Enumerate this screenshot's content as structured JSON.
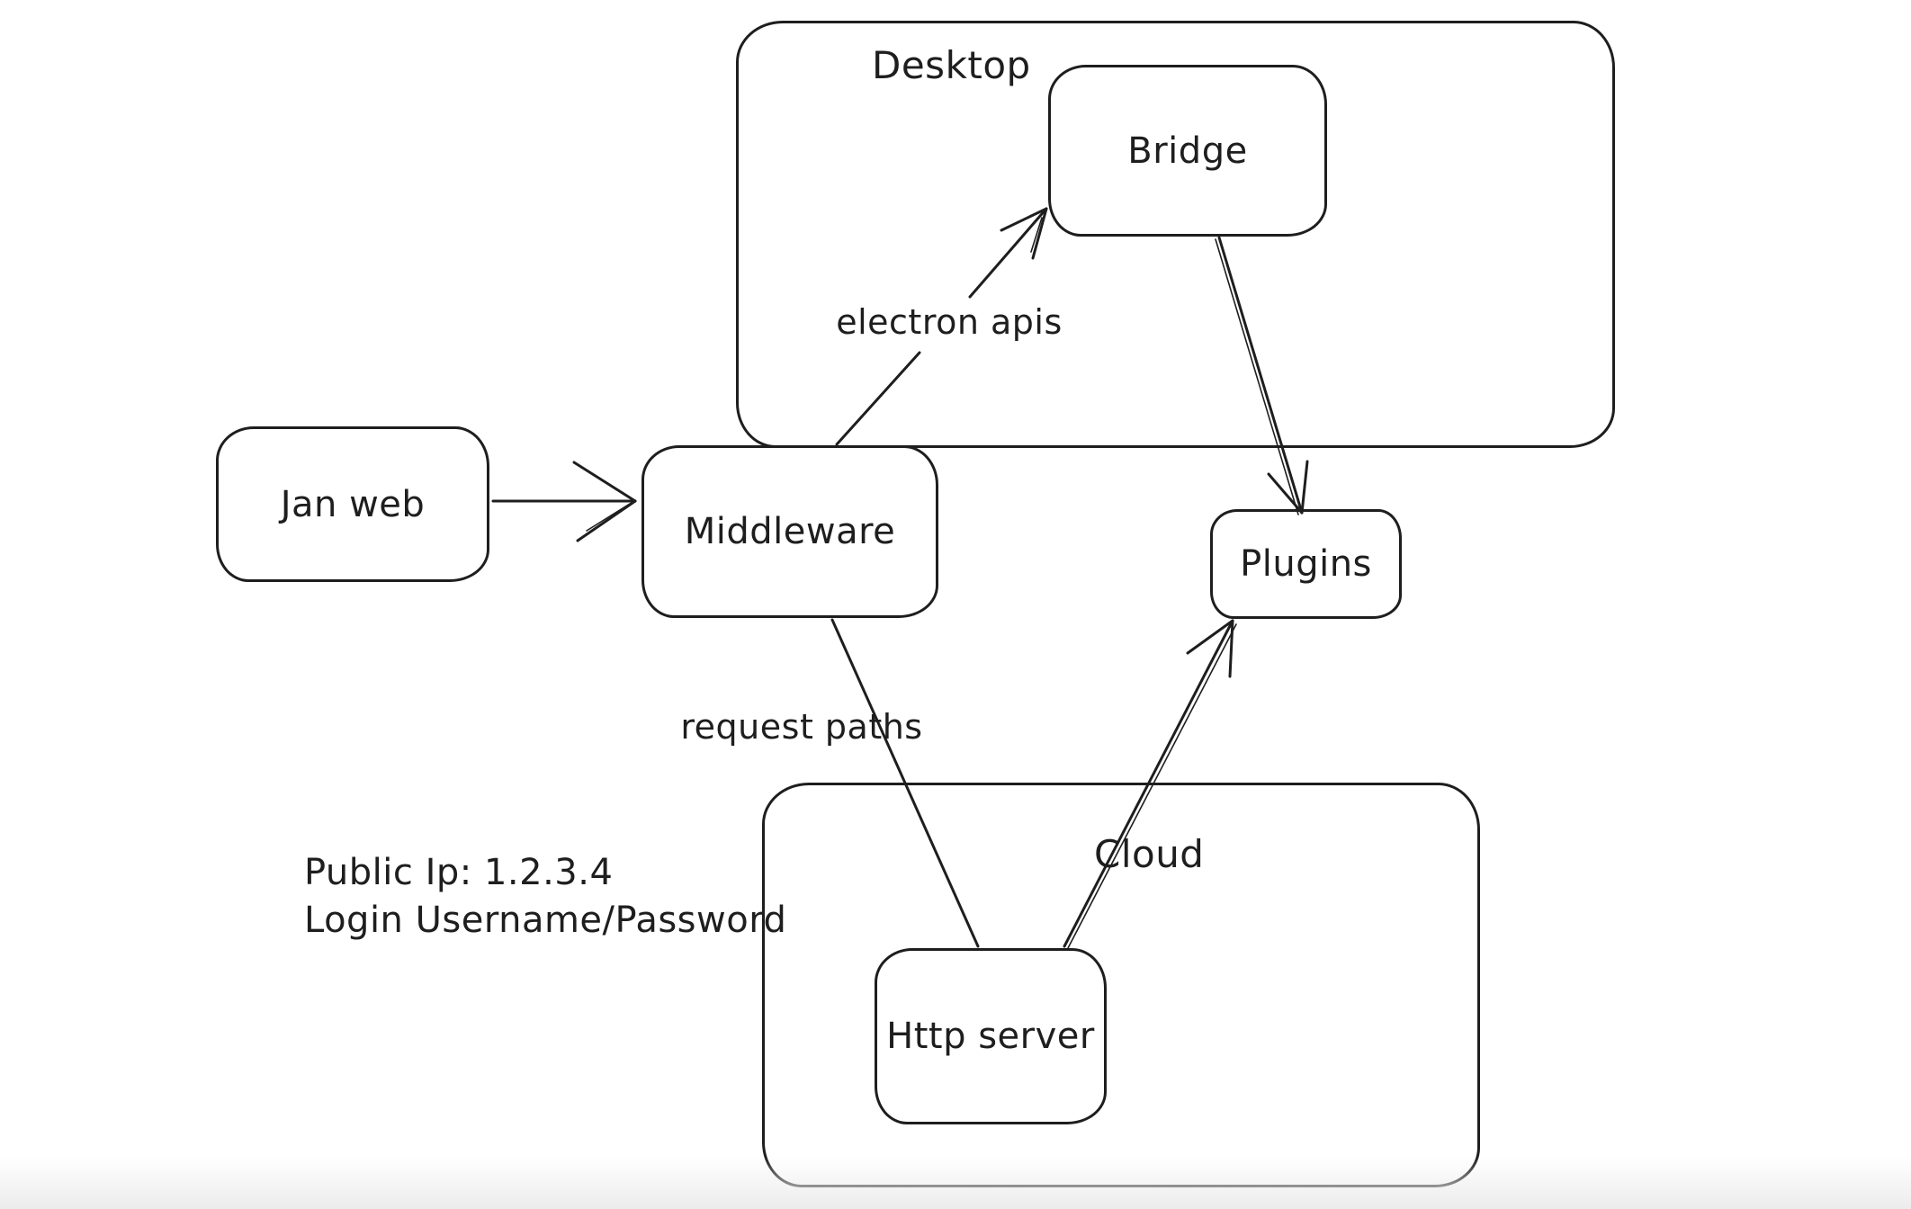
{
  "colors": {
    "ink": "#1e1e1e",
    "background": "#ffffff"
  },
  "labels": {
    "desktop": "Desktop",
    "cloud": "Cloud",
    "jan_web": "Jan web",
    "middleware": "Middleware",
    "bridge": "Bridge",
    "plugins": "Plugins",
    "http_server": "Http server",
    "electron_apis": "electron apis",
    "request_paths": "request paths"
  },
  "annotation": {
    "line1": "Public Ip: 1.2.3.4",
    "line2": "Login Username/Password"
  },
  "edges": [
    {
      "from": "jan-web",
      "to": "middleware",
      "label": ""
    },
    {
      "from": "middleware",
      "to": "bridge",
      "label": "electron apis"
    },
    {
      "from": "bridge",
      "to": "plugins",
      "label": ""
    },
    {
      "from": "middleware",
      "to": "http-server",
      "label": "request paths"
    },
    {
      "from": "http-server",
      "to": "plugins",
      "label": ""
    }
  ]
}
